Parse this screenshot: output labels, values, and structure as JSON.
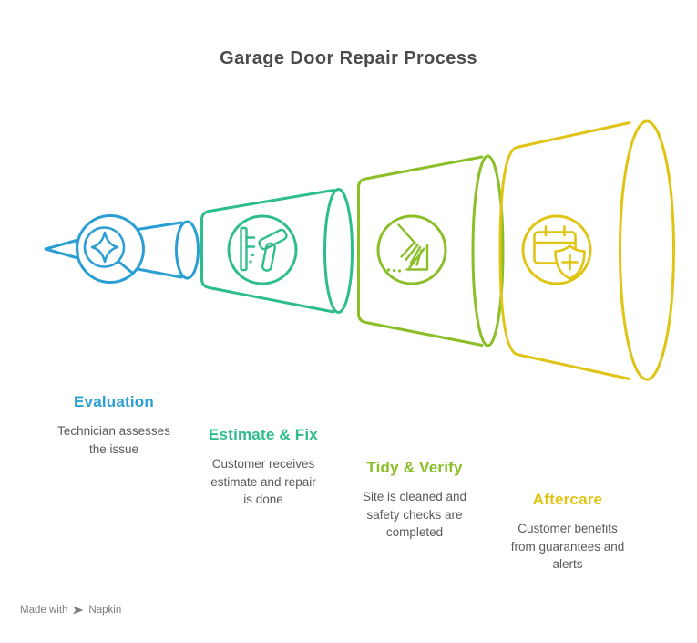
{
  "title": "Garage Door Repair Process",
  "stages": [
    {
      "label": "Evaluation",
      "description": "Technician assesses\nthe issue",
      "color": "#2B9FD3",
      "icon": "sparkle-magnifier-icon"
    },
    {
      "label": "Estimate & Fix",
      "description": "Customer receives\nestimate and repair\nis done",
      "color": "#2EBD8D",
      "icon": "ruler-hammer-icon"
    },
    {
      "label": "Tidy & Verify",
      "description": "Site is cleaned and\nsafety checks are\ncompleted",
      "color": "#8ABF28",
      "icon": "broom-dustpan-icon"
    },
    {
      "label": "Aftercare",
      "description": "Customer benefits\nfrom guarantees and\nalerts",
      "color": "#E0C414",
      "icon": "calendar-shield-icon"
    }
  ],
  "footer": {
    "made_with": "Made with",
    "brand": "Napkin"
  },
  "palette": {
    "title_text": "#4B4B4D",
    "description_text": "#5A5A5A",
    "footer_text": "#7C7C7C",
    "background": "#FFFFFF"
  }
}
